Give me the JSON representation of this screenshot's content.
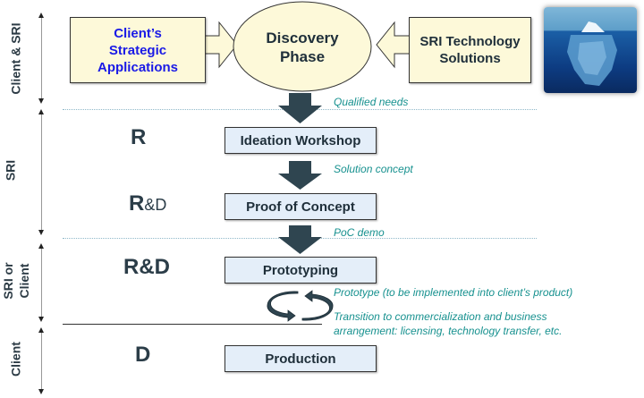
{
  "side_labels": [
    {
      "text": "Client & SRI"
    },
    {
      "text": "SRI"
    },
    {
      "text": "SRI or Client"
    },
    {
      "text": "Client"
    }
  ],
  "top": {
    "left_box": "Client’s Strategic Applications",
    "center_ellipse": "Discovery Phase",
    "right_box": "SRI Technology Solutions",
    "image": "iceberg-image"
  },
  "stages": [
    {
      "bold": "R",
      "rest": ""
    },
    {
      "bold": "R",
      "rest": "&D"
    },
    {
      "bold": "R&D",
      "rest": ""
    },
    {
      "bold": "D",
      "rest": ""
    }
  ],
  "steps": [
    {
      "label": "Ideation Workshop"
    },
    {
      "label": "Proof of Concept"
    },
    {
      "label": "Prototyping"
    },
    {
      "label": "Production"
    }
  ],
  "notes": {
    "qualified_needs": "Qualified needs",
    "solution_concept": "Solution concept",
    "poc_demo": "PoC demo",
    "prototype": "Prototype (to be implemented into client’s product)",
    "transition_line1": "Transition to commercialization and business",
    "transition_line2": "arrangement: licensing, technology transfer, etc."
  },
  "colors": {
    "left_box_text": "#1a1ae6",
    "note_text": "#17918f",
    "arrow_fill": "#2f4550",
    "box_fill_top": "#fdf9d9",
    "box_fill_step": "#e4eef9"
  }
}
